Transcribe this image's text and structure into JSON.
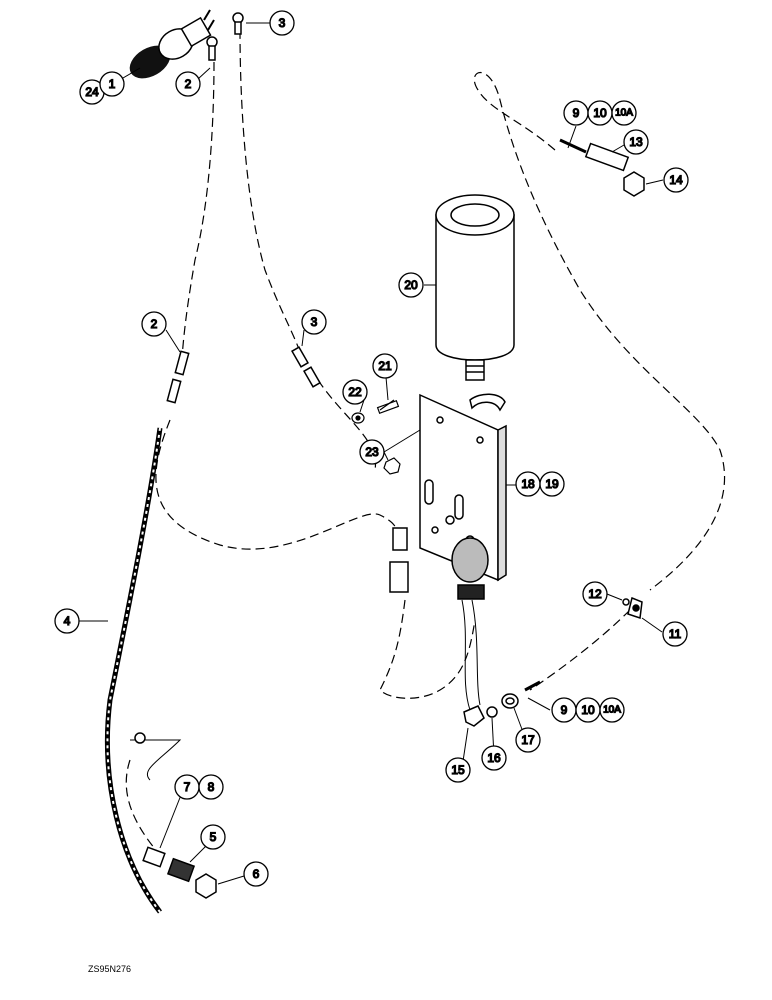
{
  "figure_code": "ZS95N276",
  "callouts": [
    {
      "id": "c24",
      "label": "24"
    },
    {
      "id": "c1",
      "label": "1"
    },
    {
      "id": "c2a",
      "label": "2"
    },
    {
      "id": "c3a",
      "label": "3"
    },
    {
      "id": "c2b",
      "label": "2"
    },
    {
      "id": "c3b",
      "label": "3"
    },
    {
      "id": "c4",
      "label": "4"
    },
    {
      "id": "c7",
      "label": "7"
    },
    {
      "id": "c8",
      "label": "8"
    },
    {
      "id": "c5",
      "label": "5"
    },
    {
      "id": "c6",
      "label": "6"
    },
    {
      "id": "c9a",
      "label": "9"
    },
    {
      "id": "c10a",
      "label": "10"
    },
    {
      "id": "c10Aa",
      "label": "10A"
    },
    {
      "id": "c13",
      "label": "13"
    },
    {
      "id": "c14",
      "label": "14"
    },
    {
      "id": "c20",
      "label": "20"
    },
    {
      "id": "c21",
      "label": "21"
    },
    {
      "id": "c22",
      "label": "22"
    },
    {
      "id": "c23",
      "label": "23"
    },
    {
      "id": "c18",
      "label": "18"
    },
    {
      "id": "c19",
      "label": "19"
    },
    {
      "id": "c12",
      "label": "12"
    },
    {
      "id": "c11",
      "label": "11"
    },
    {
      "id": "c9b",
      "label": "9"
    },
    {
      "id": "c10b",
      "label": "10"
    },
    {
      "id": "c10Ab",
      "label": "10A"
    },
    {
      "id": "c15",
      "label": "15"
    },
    {
      "id": "c16",
      "label": "16"
    },
    {
      "id": "c17",
      "label": "17"
    }
  ]
}
